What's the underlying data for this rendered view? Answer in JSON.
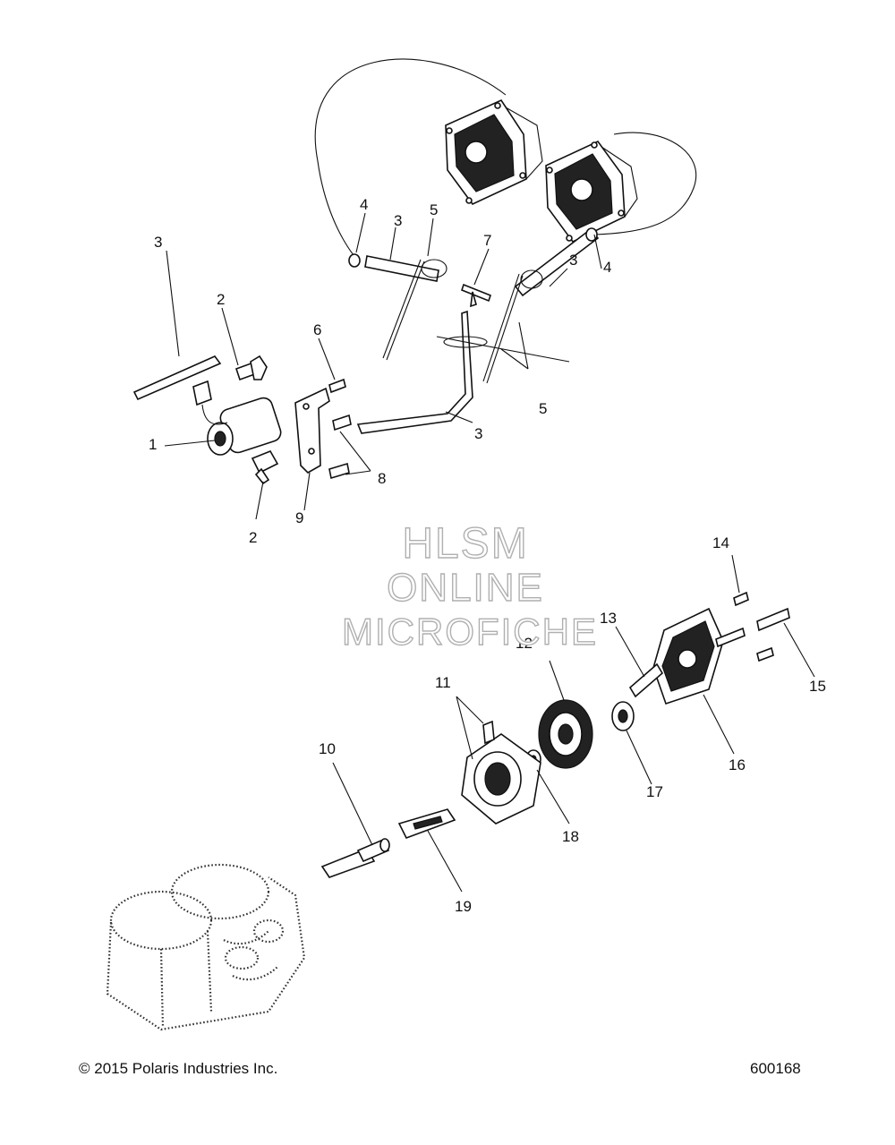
{
  "watermark": {
    "line1": "HLSM",
    "line2": "ONLINE",
    "line3": "MICROFICHE"
  },
  "footer": {
    "copyright": "© 2015 Polaris Industries Inc.",
    "drawing_number": "600168"
  },
  "callouts": [
    "1",
    "2",
    "2",
    "3",
    "3",
    "3",
    "3",
    "4",
    "4",
    "5",
    "5",
    "6",
    "7",
    "8",
    "9",
    "10",
    "11",
    "12",
    "13",
    "14",
    "15",
    "16",
    "17",
    "18",
    "19"
  ]
}
